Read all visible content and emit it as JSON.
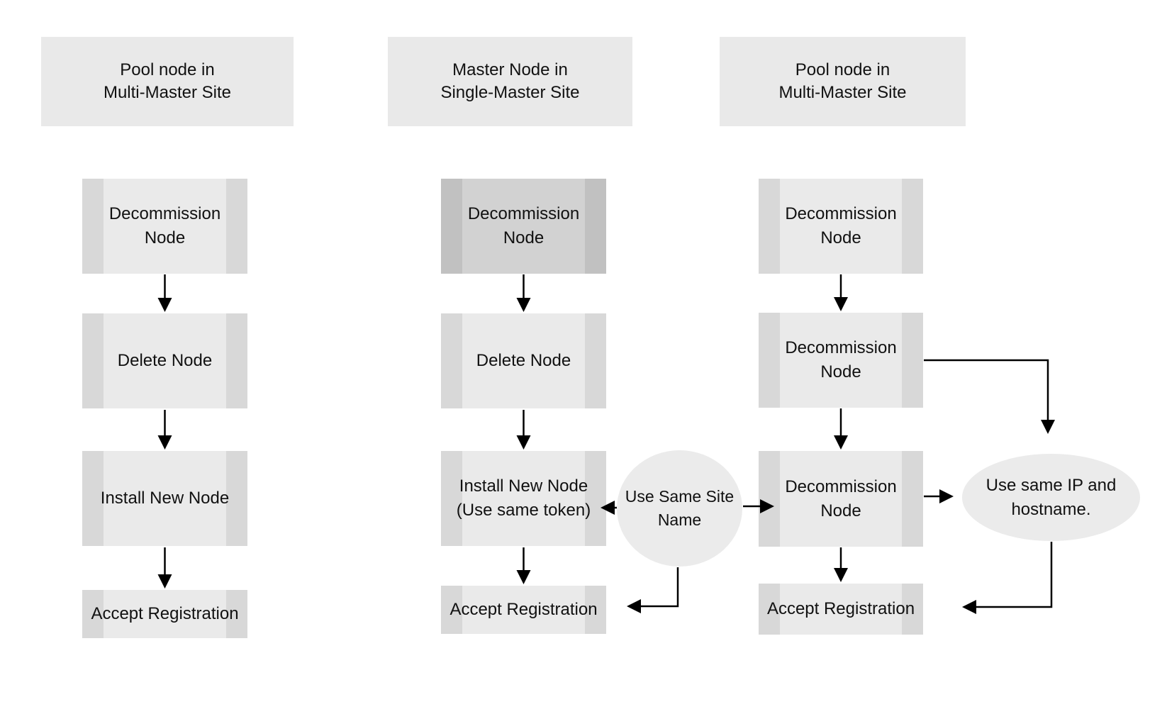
{
  "colors": {
    "background": "#ffffff",
    "header_fill": "#e9e9e9",
    "box_fill": "#eaeaea",
    "box_bar": "#d8d8d8",
    "box_fill_dark": "#d2d2d2",
    "box_bar_dark": "#c1c1c1",
    "shape_fill": "#ebebeb",
    "line": "#000000",
    "text": "#111111"
  },
  "columns": [
    {
      "header": "Pool node in\nMulti-Master Site",
      "steps": [
        {
          "label": "Decommission\nNode"
        },
        {
          "label": "Delete Node"
        },
        {
          "label": "Install New Node"
        },
        {
          "label": "Accept Registration"
        }
      ]
    },
    {
      "header": "Master Node in\nSingle-Master Site",
      "steps": [
        {
          "label": "Decommission\nNode"
        },
        {
          "label": "Delete Node"
        },
        {
          "label": "Install New Node\n(Use same token)"
        },
        {
          "label": "Accept Registration"
        }
      ]
    },
    {
      "header": "Pool node in\nMulti-Master Site",
      "steps": [
        {
          "label": "Decommission\nNode"
        },
        {
          "label": "Decommission\nNode"
        },
        {
          "label": "Decommission\nNode"
        },
        {
          "label": "Accept Registration"
        }
      ]
    }
  ],
  "annotations": {
    "site_name_note": "Use Same Site\nName",
    "ip_hostname_note": "Use same IP and\nhostname."
  }
}
